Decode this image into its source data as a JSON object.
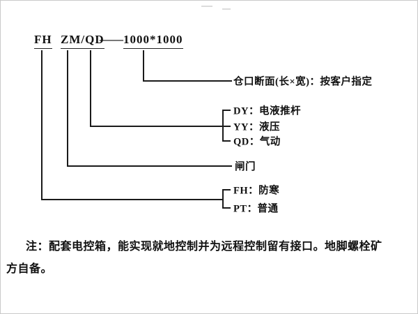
{
  "model": {
    "prefix": "FH",
    "series": "ZM/QD",
    "separator": "——",
    "size": "1000*1000"
  },
  "callouts": {
    "opening": "仓口断面(长×宽)：按客户指定",
    "drive": [
      "DY：电液推杆",
      "YY：液压",
      "QD：气动"
    ],
    "gate": "闸门",
    "climate": [
      "FH：防寒",
      "PT：普通"
    ]
  },
  "note": {
    "line1": "注：配套电控箱，能实现就地控制并为远程控制留有接口。地脚螺栓矿",
    "line2": "方自备。"
  }
}
